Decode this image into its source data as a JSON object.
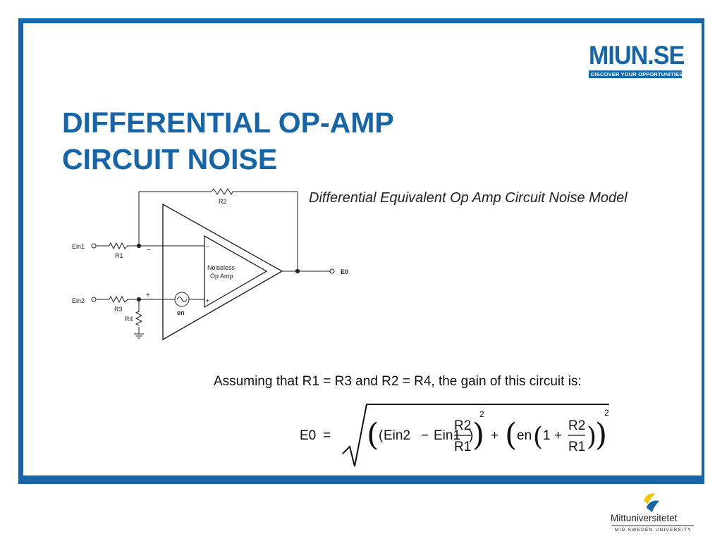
{
  "brand": {
    "name": "MIUN.SE",
    "tagline": "DISCOVER YOUR OPPORTUNITIES"
  },
  "title": {
    "line1": "DIFFERENTIAL OP-AMP",
    "line2": "CIRCUIT NOISE"
  },
  "model_caption": "Differential Equivalent Op Amp Circuit Noise Model",
  "circuit": {
    "ein1": "Ein1",
    "ein2": "Ein2",
    "r1": "R1",
    "r2": "R2",
    "r3": "R3",
    "r4": "R4",
    "minus": "−",
    "plus": "+",
    "opamp_line1": "Noiseless",
    "opamp_line2": "Op Amp",
    "en": "en",
    "output": "E0"
  },
  "assumption": "Assuming that R1 = R3 and R2 = R4, the gain of this circuit is:",
  "equation": {
    "lhs": "E0",
    "equals": "=",
    "ein2": "Ein2",
    "ein1": "Ein1",
    "minus": "−",
    "plus": "+",
    "r2": "R2",
    "r1": "R1",
    "en": "en",
    "one": "1",
    "exponent": "2"
  },
  "footer": {
    "university": "Mittuniversitetet",
    "subtitle": "MID SWEDEN UNIVERSITY"
  },
  "colors": {
    "accent": "#1565a8",
    "logo_yellow": "#f2c500"
  }
}
